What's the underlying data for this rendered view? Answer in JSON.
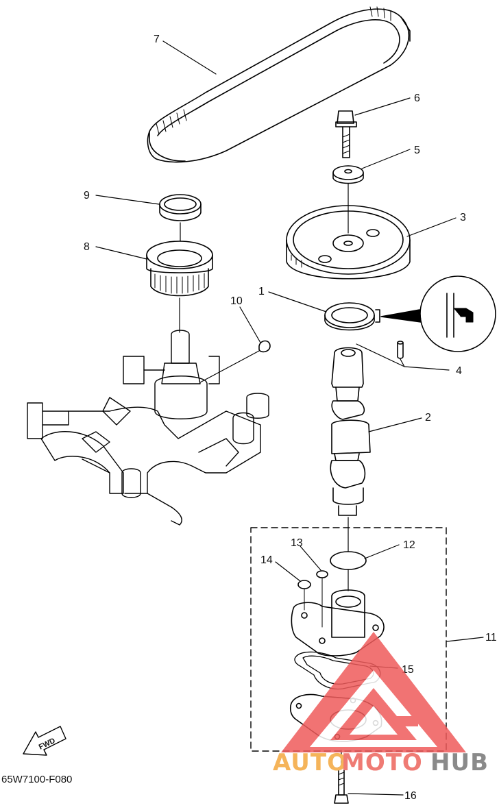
{
  "callouts": [
    "1",
    "2",
    "3",
    "4",
    "5",
    "6",
    "7",
    "8",
    "9",
    "10",
    "11",
    "12",
    "13",
    "14",
    "15",
    "16"
  ],
  "diagram_code": "65W7100-F080",
  "direction_label": "FWD",
  "watermark": {
    "part1": "AUTO",
    "part2": "MOTO",
    "part3": "HUB",
    "color_part1": "#f5b45a",
    "color_part2": "#ef7b74",
    "color_part3": "#8a8a8a",
    "triangle_color": "#ef5b5b"
  }
}
